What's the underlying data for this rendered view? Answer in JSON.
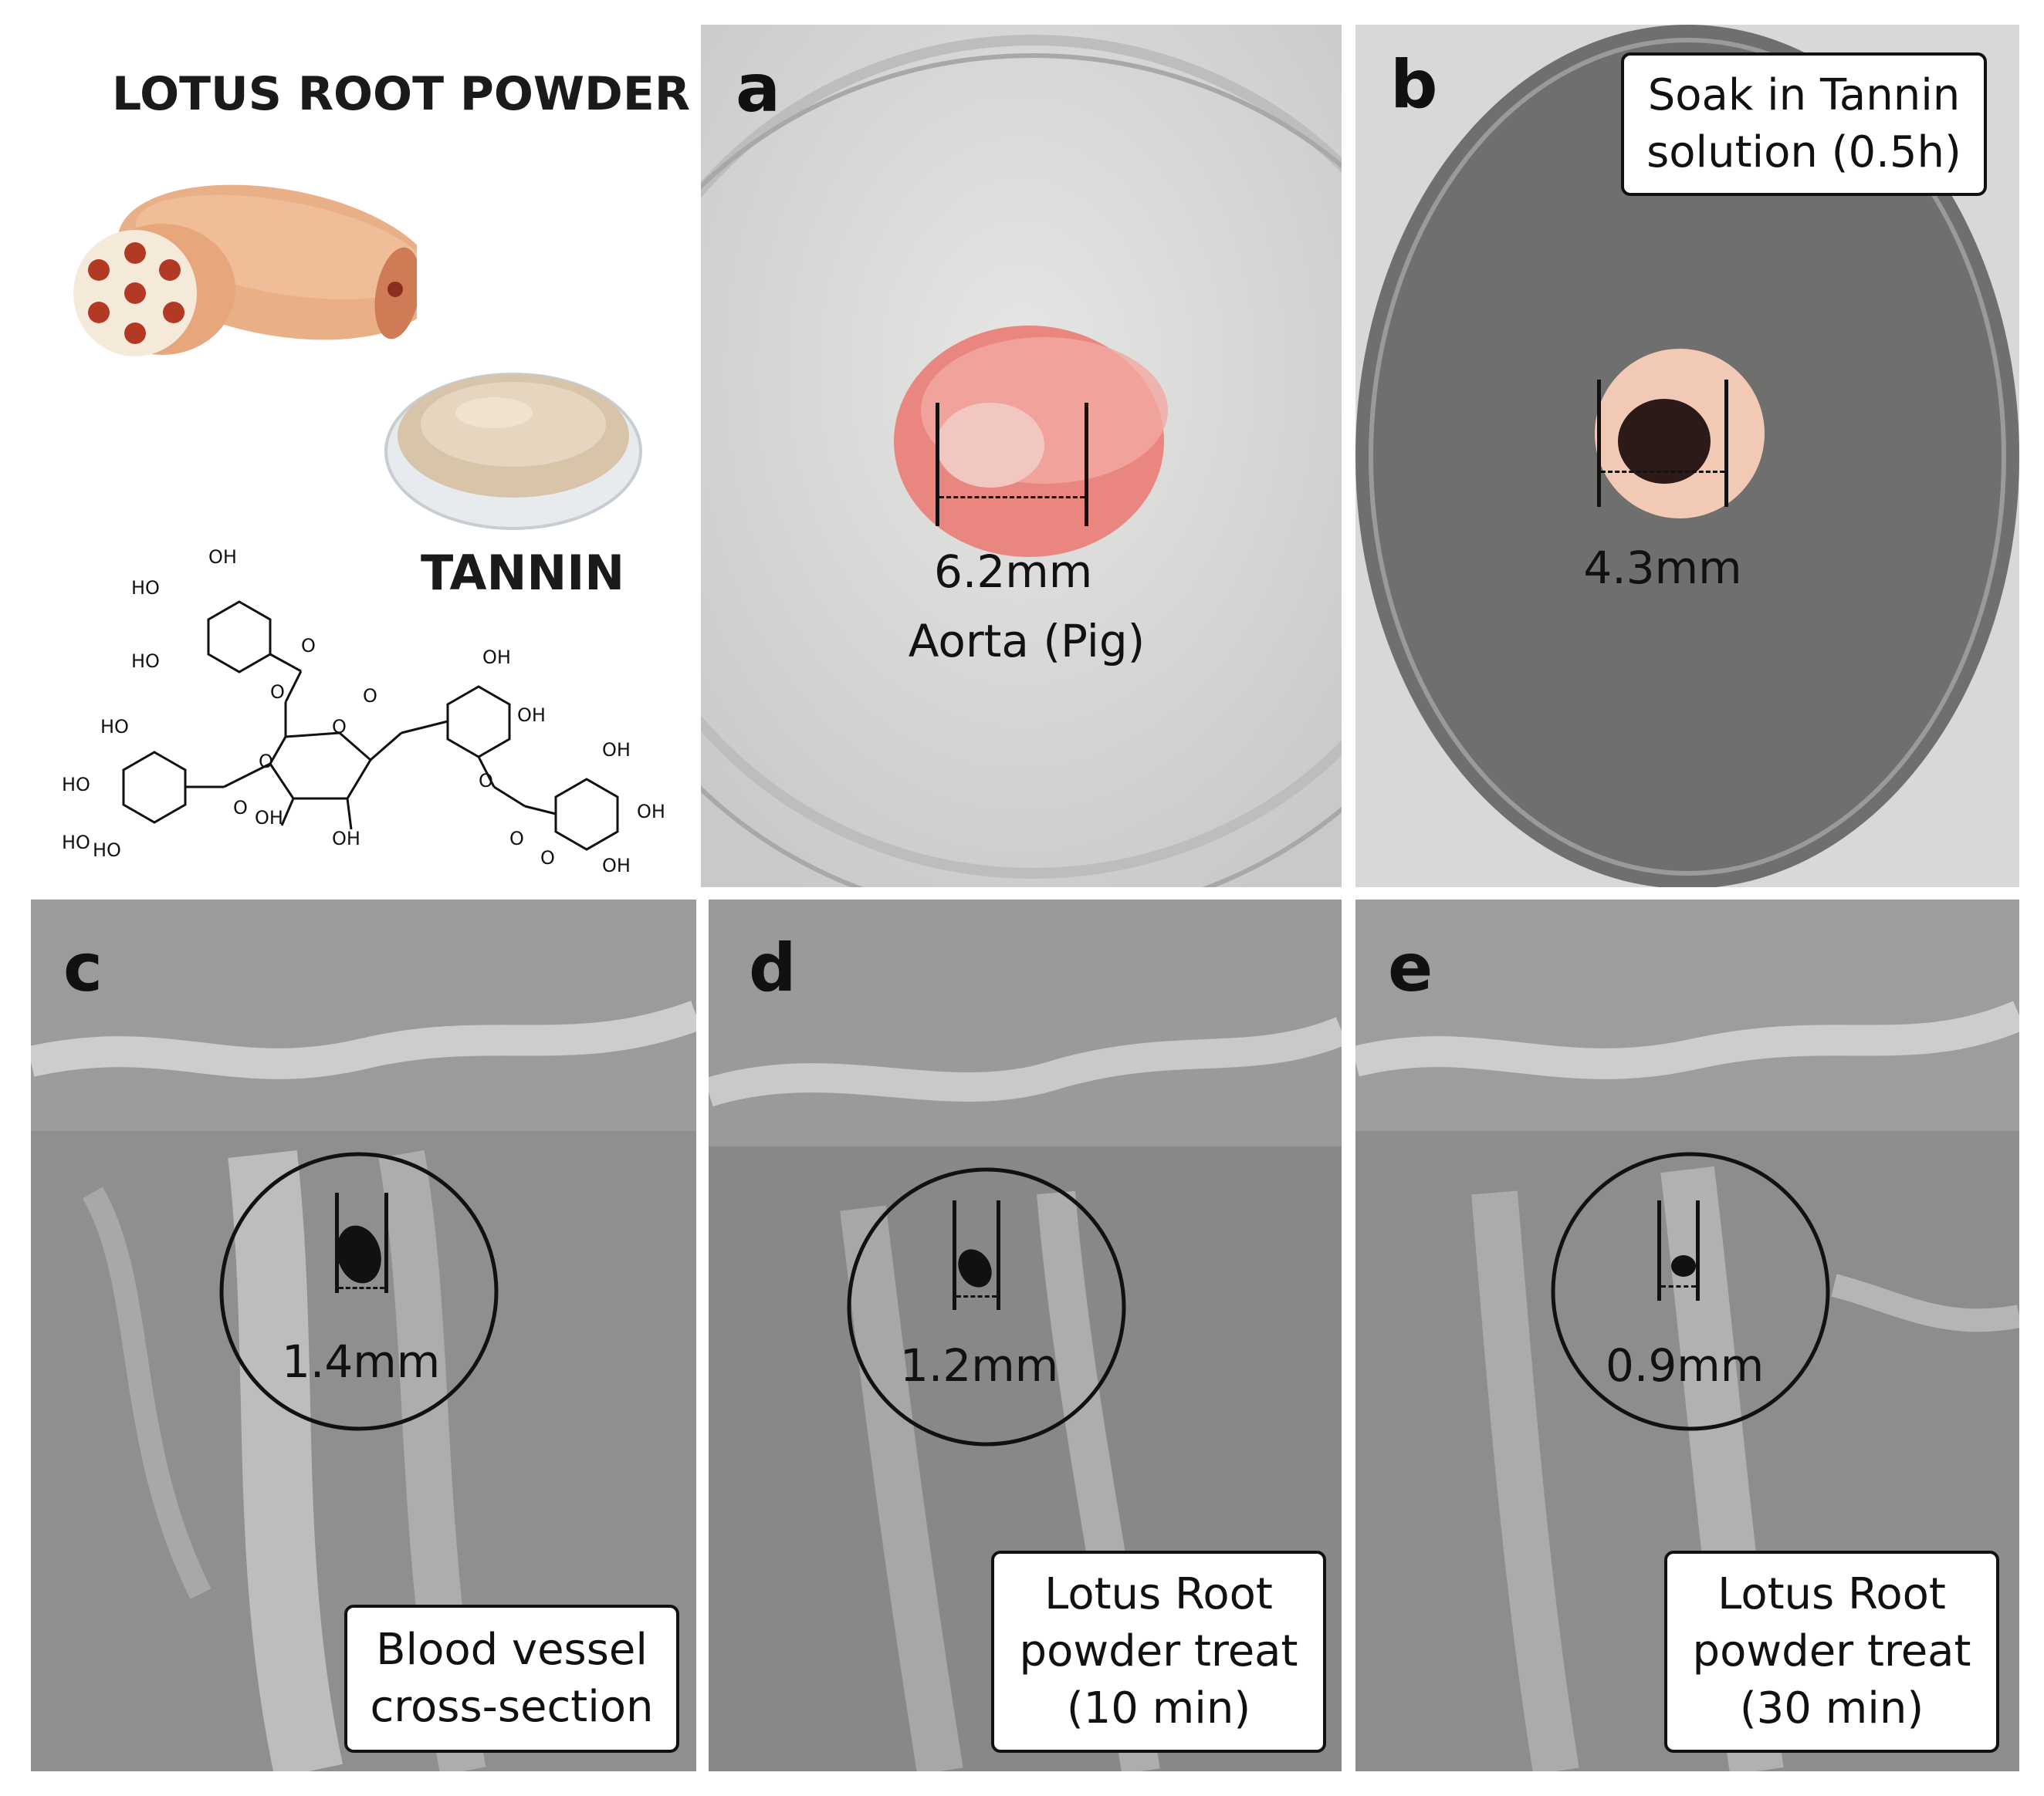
{
  "header": {
    "lotus_title": "LOTUS ROOT POWDER",
    "tannin_title": "TANNIN"
  },
  "molecule": {
    "labels": [
      "OH",
      "HO",
      "HO",
      "O",
      "O",
      "HO",
      "HO",
      "O",
      "O",
      "O",
      "OH",
      "OH",
      "O",
      "HO",
      "HO",
      "O",
      "OH",
      "OH",
      "O",
      "OH",
      "O",
      "OH",
      "OH"
    ]
  },
  "panels": {
    "a": {
      "label": "a",
      "measurement": "6.2mm",
      "caption": "Aorta (Pig)"
    },
    "b": {
      "label": "b",
      "measurement": "4.3mm",
      "box_lines": [
        "Soak in Tannin",
        "solution (0.5h)"
      ]
    },
    "c": {
      "label": "c",
      "measurement": "1.4mm",
      "box_lines": [
        "Blood vessel",
        "cross-section"
      ]
    },
    "d": {
      "label": "d",
      "measurement": "1.2mm",
      "box_lines": [
        "Lotus Root",
        "powder treat",
        "(10 min)"
      ]
    },
    "e": {
      "label": "e",
      "measurement": "0.9mm",
      "box_lines": [
        "Lotus Root",
        "powder treat",
        "(30 min)"
      ]
    }
  },
  "colors": {
    "tissue_gray": "#8c8c8c",
    "aorta_pink": "#e88a84",
    "tannin_powder": "#d9c6ad",
    "lotus_skin": "#eab48a"
  }
}
